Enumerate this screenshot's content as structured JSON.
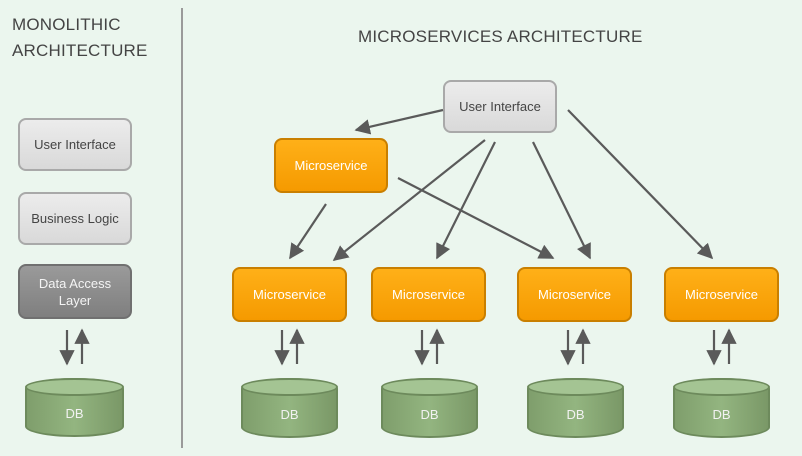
{
  "monolithic": {
    "title_line1": "MONOLITHIC",
    "title_line2": "ARCHITECTURE",
    "layers": [
      "User Interface",
      "Business Logic",
      "Data Access Layer"
    ],
    "db_label": "DB"
  },
  "microservices": {
    "title": "MICROSERVICES ARCHITECTURE",
    "ui_label": "User Interface",
    "upper_service": "Microservice",
    "services": [
      "Microservice",
      "Microservice",
      "Microservice",
      "Microservice"
    ],
    "db_labels": [
      "DB",
      "DB",
      "DB",
      "DB"
    ]
  },
  "colors": {
    "background": "#ebf6ee",
    "microservice": "#ffa500",
    "ui_box": "#e3e3e3",
    "data_layer": "#8c8c8c",
    "database": "#8fae7c",
    "arrow": "#555555"
  }
}
